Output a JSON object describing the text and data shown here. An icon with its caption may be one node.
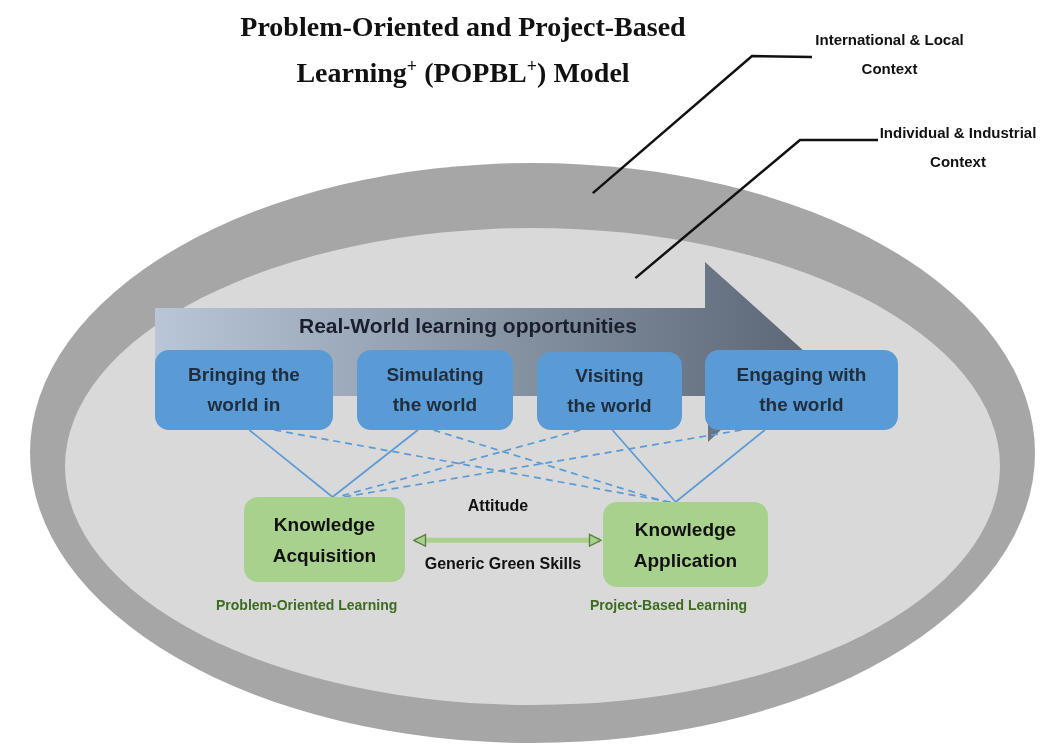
{
  "diagram": {
    "title": "Problem-Oriented and Project-Based Learning$^{+}$ (POPBL$^{+}$) Model",
    "nodes": [
      {
        "text": [
          "International & Local Context"
        ]
      },
      {
        "text": [
          "Individual & Industrial Context"
        ]
      },
      {
        "text": [],
        "shape": "ellipse"
      },
      {
        "text": [],
        "shape": "ellipse",
        "in": 2
      },
      {
        "text": [
          "Real-World learning opportunities"
        ],
        "in": 3
      },
      {
        "text": [
          "Bringing the world in"
        ],
        "in": 4
      },
      {
        "text": [
          "Simulating the world"
        ],
        "in": 4
      },
      {
        "text": [
          "Visiting the world"
        ],
        "in": 4
      },
      {
        "text": [
          "Engaging with the world"
        ],
        "in": 3
      },
      {
        "text": [
          "Knowledge Acquisition"
        ],
        "in": 3,
        "beside": [
          "Problem-Oriented Learning"
        ]
      },
      {
        "text": [
          "Knowledge Application"
        ],
        "in": 3,
        "beside": [
          "Project-Based Learning"
        ]
      }
    ],
    "edges": [
      {
        "from": 0,
        "to": 2,
        "arrow": "none",
        "color": "#111111"
      },
      {
        "from": 1,
        "to": 3,
        "arrow": "none",
        "color": "#111111"
      },
      {
        "from": 5,
        "to": 9,
        "arrow": "none"
      },
      {
        "from": 6,
        "to": 9,
        "arrow": "none"
      },
      {
        "from": 7,
        "to": 10,
        "arrow": "none"
      },
      {
        "from": 8,
        "to": 10,
        "arrow": "none"
      },
      {
        "from": 5,
        "to": 10,
        "arrow": "none",
        "style": "dashed"
      },
      {
        "from": 6,
        "to": 10,
        "arrow": "none",
        "style": "dashed"
      },
      {
        "from": 7,
        "to": 9,
        "arrow": "none",
        "style": "dashed"
      },
      {
        "from": 8,
        "to": 9,
        "arrow": "none",
        "style": "dashed"
      },
      {
        "from": 9,
        "to": 10,
        "arrow": "both",
        "label": "Attitude",
        "style": "thick",
        "color": "#a9d18e"
      }
    ],
    "labels": [
      "Generic Green Skills"
    ]
  }
}
